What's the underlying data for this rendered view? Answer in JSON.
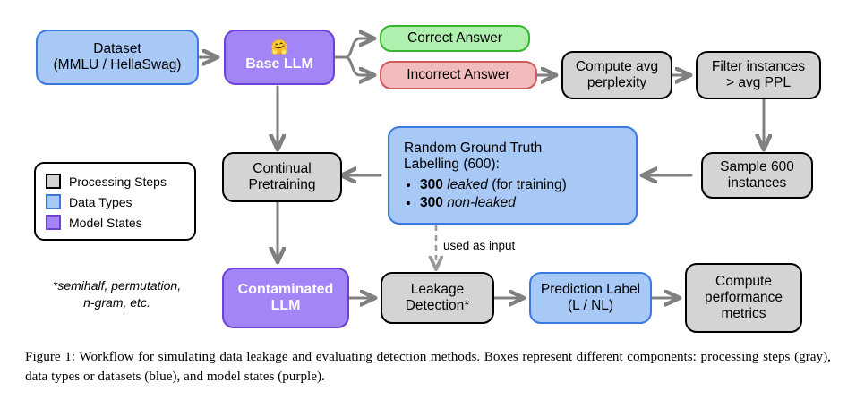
{
  "figure": {
    "caption": "Figure 1: Workflow for simulating data leakage and evaluating detection methods.  Boxes represent different components: processing steps (gray), data types or datasets (blue), and model states (purple)."
  },
  "colors": {
    "processing_steps": "#d4d4d4",
    "processing_steps_border": "#000000",
    "data_types": "#a8c8f5",
    "data_types_border": "#3b78e0",
    "model_states": "#a385f7",
    "model_states_border": "#6f3fd6",
    "correct_answer": "#b0f0ae",
    "correct_answer_border": "#35b52e",
    "incorrect_answer": "#f2bcbc",
    "incorrect_answer_border": "#d4575c",
    "arrow": "#808080"
  },
  "nodes": {
    "dataset": {
      "line1": "Dataset",
      "line2": "(MMLU / HellaSwag)"
    },
    "base_llm": {
      "emoji": "🤗",
      "label": "Base LLM"
    },
    "correct_answer": {
      "label": "Correct Answer"
    },
    "incorrect_answer": {
      "label": "Incorrect Answer"
    },
    "compute_perplexity": {
      "line1": "Compute avg",
      "line2": "perplexity"
    },
    "filter_instances": {
      "line1": "Filter instances",
      "line2": "> avg PPL"
    },
    "sample_instances": {
      "line1": "Sample 600",
      "line2": "instances"
    },
    "random_labelling": {
      "line1": "Random Ground Truth",
      "line2": "Labelling (600):",
      "bullet1_count": "300",
      "bullet1_term": "leaked",
      "bullet1_rest": "(for training)",
      "bullet2_count": "300",
      "bullet2_term": "non-leaked"
    },
    "continual_pretraining": {
      "line1": "Continual",
      "line2": "Pretraining"
    },
    "contaminated_llm": {
      "line1": "Contaminated",
      "line2": "LLM"
    },
    "leakage_detection": {
      "line1": "Leakage",
      "line2": "Detection*"
    },
    "prediction_label": {
      "line1": "Prediction Label",
      "line2": "(L / NL)"
    },
    "compute_metrics": {
      "line1": "Compute",
      "line2": "performance",
      "line3": "metrics"
    }
  },
  "labels": {
    "used_as_input": "used as input",
    "footnote_line1": "*semihalf, permutation,",
    "footnote_line2": "n-gram, etc."
  },
  "legend": {
    "items": [
      {
        "label": "Processing Steps",
        "swatch": "gray"
      },
      {
        "label": "Data Types",
        "swatch": "blue"
      },
      {
        "label": "Model States",
        "swatch": "purple"
      }
    ]
  }
}
